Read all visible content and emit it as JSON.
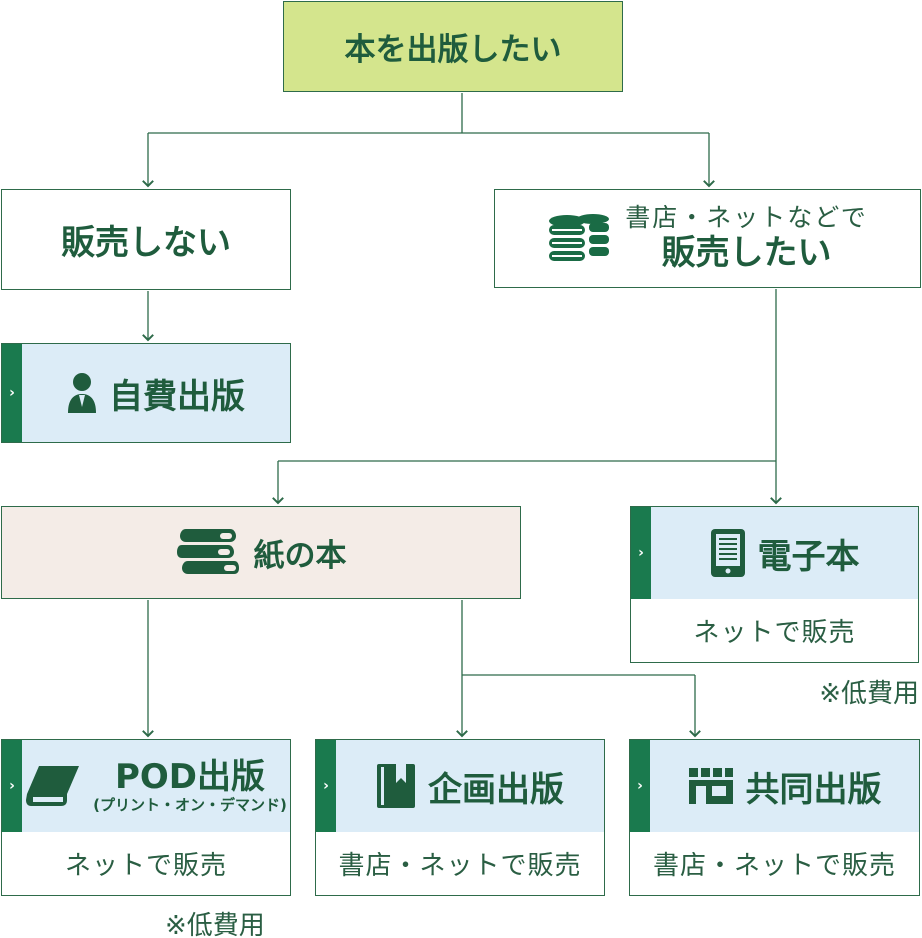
{
  "root": {
    "label": "本を出版したい"
  },
  "no_sell": {
    "label": "販売しない"
  },
  "sell": {
    "line1": "書店・ネットなどで",
    "line2": "販売したい",
    "icon": "coins-icon"
  },
  "self_publish": {
    "label": "自費出版",
    "icon": "person-icon",
    "tab": "›"
  },
  "paper_book": {
    "label": "紙の本",
    "icon": "books-stack-icon"
  },
  "ebook": {
    "label": "電子本",
    "sales": "ネットで販売",
    "note": "※低費用",
    "icon": "tablet-icon",
    "tab": "›"
  },
  "pod": {
    "label": "POD出版",
    "sub": "(プリント・オン・デマンド)",
    "sales": "ネットで販売",
    "note": "※低費用",
    "icon": "book-icon",
    "tab": "›"
  },
  "planned": {
    "label": "企画出版",
    "sales": "書店・ネットで販売",
    "icon": "bookmark-book-icon",
    "tab": "›"
  },
  "joint": {
    "label": "共同出版",
    "sales": "書店・ネットで販売",
    "icon": "storefront-icon",
    "tab": "›"
  },
  "colors": {
    "green": "#1f5c3d",
    "root_bg": "#d4e58d",
    "card_head_bg": "#dcecf7",
    "paper_bg": "#f4ece7",
    "tab": "#1a7a4e"
  }
}
